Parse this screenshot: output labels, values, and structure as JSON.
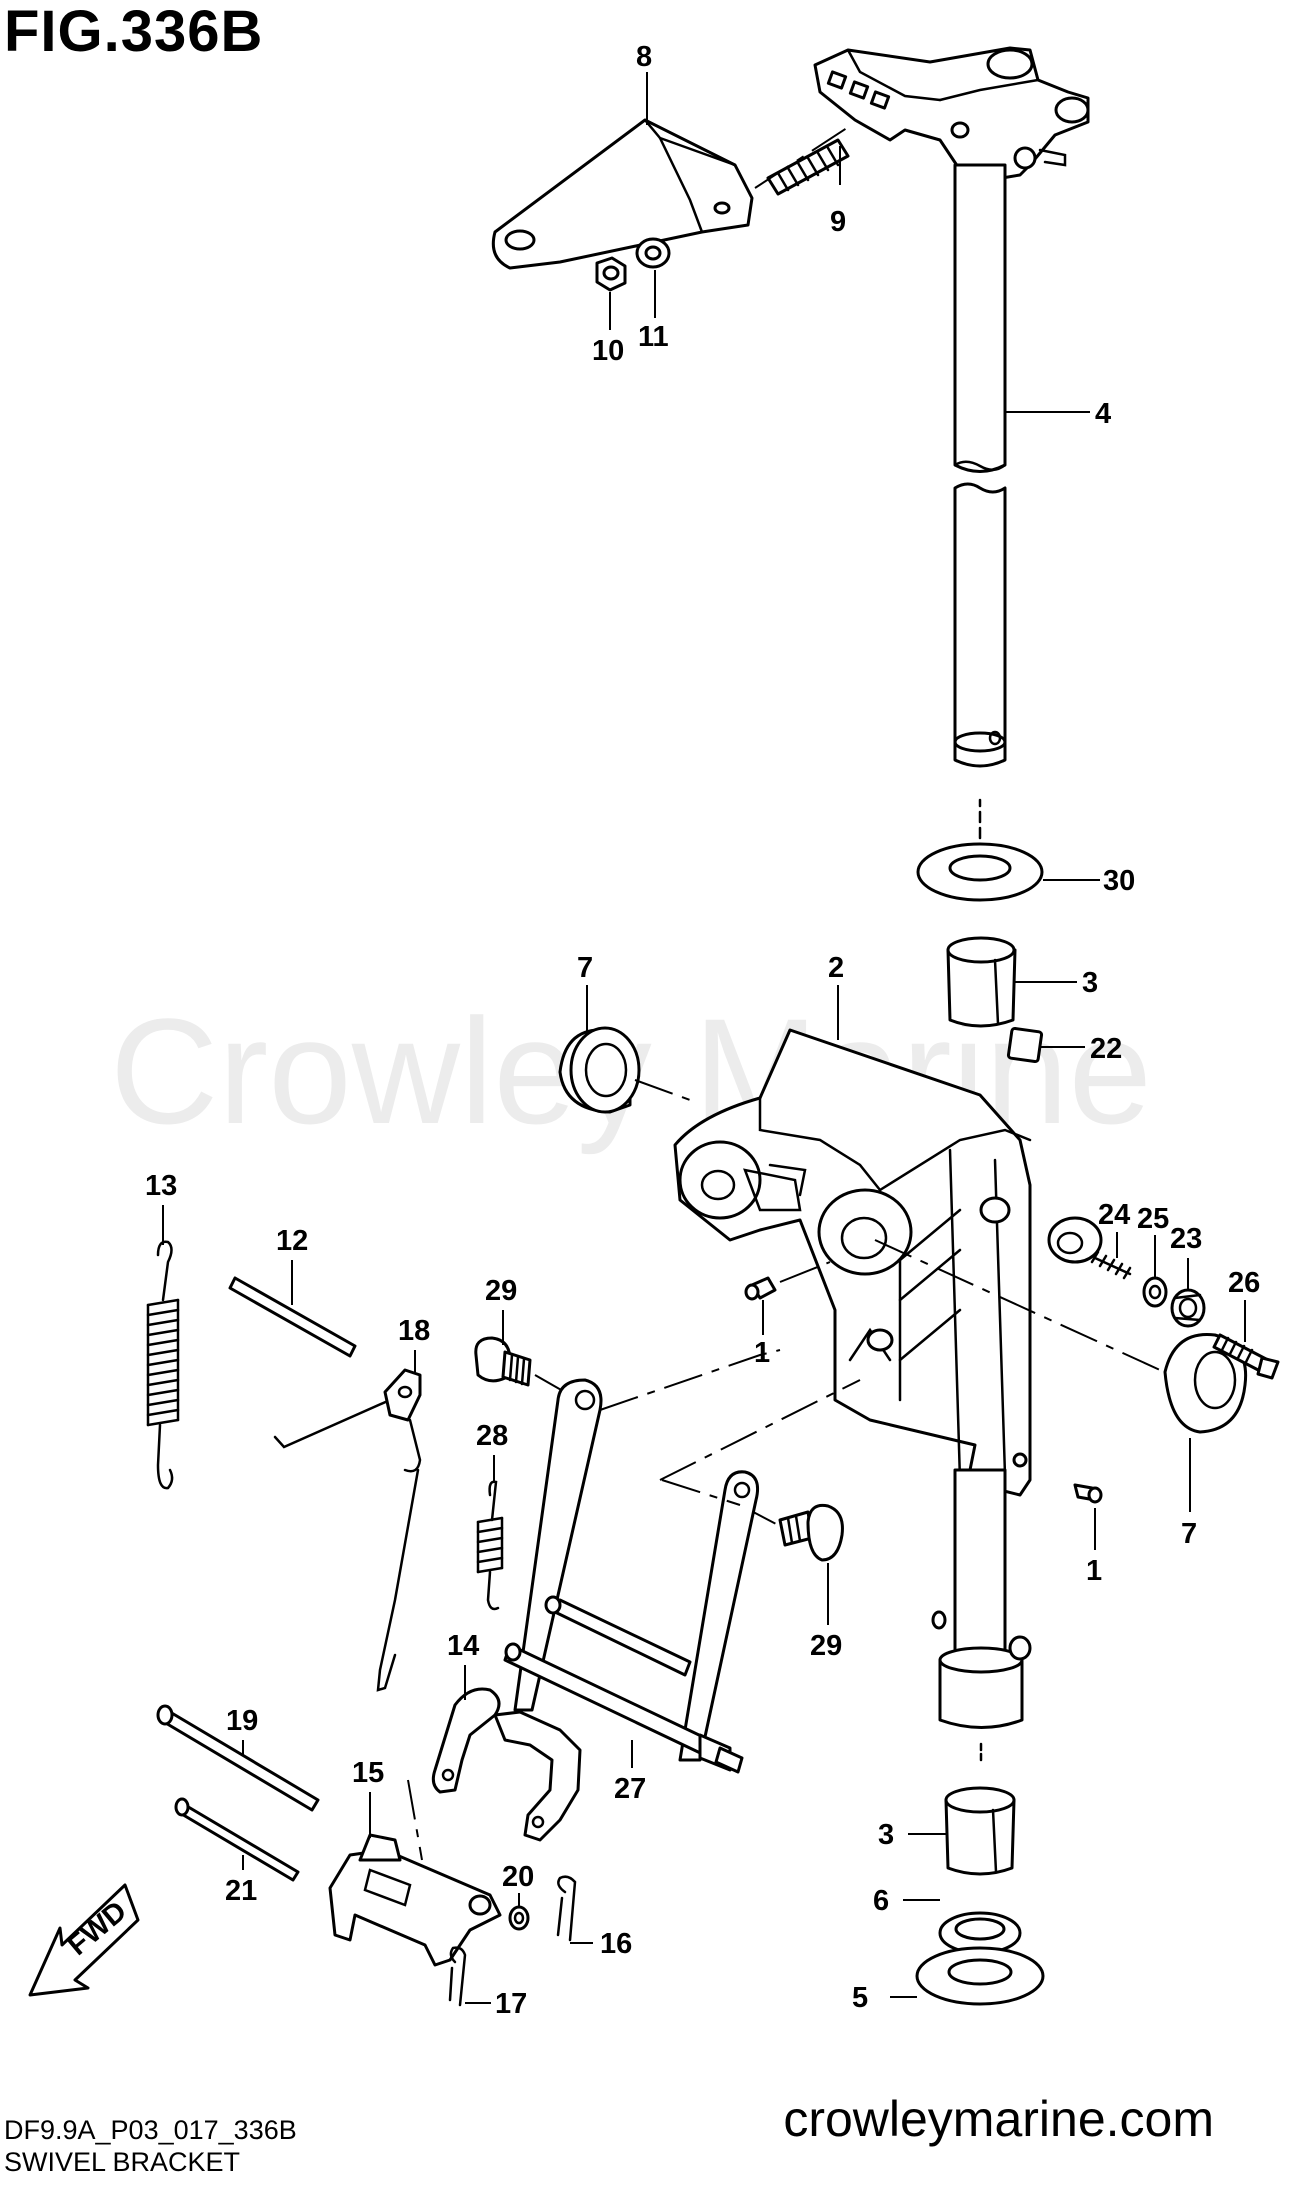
{
  "figure": {
    "title": "FIG.336B",
    "watermark": "Crowley Marine",
    "site": "crowleymarine.com",
    "diagram_code": "DF9.9A_P03_017_336B",
    "caption": "SWIVEL BRACKET",
    "fwd_label": "FWD"
  },
  "callouts": [
    "8",
    "9",
    "10",
    "11",
    "4",
    "30",
    "2",
    "3",
    "22",
    "7",
    "13",
    "12",
    "18",
    "29",
    "1",
    "24",
    "25",
    "23",
    "26",
    "28",
    "7",
    "1",
    "29",
    "14",
    "19",
    "15",
    "27",
    "3",
    "6",
    "20",
    "21",
    "16",
    "17",
    "5"
  ]
}
